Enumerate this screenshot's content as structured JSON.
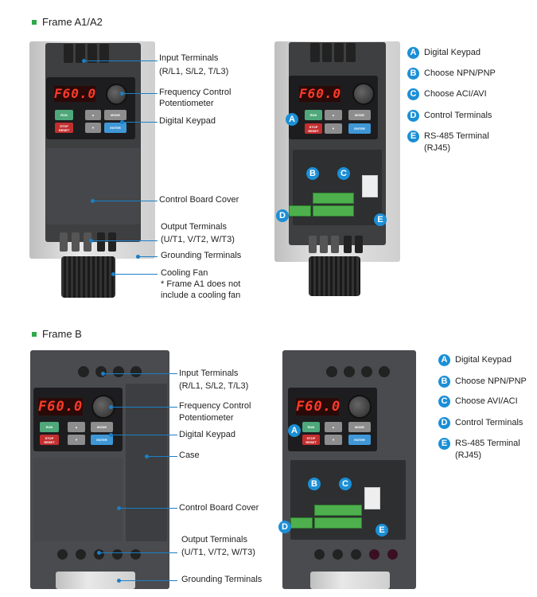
{
  "frame_a": {
    "title": "Frame A1/A2",
    "display": "F60.0",
    "labels": {
      "input_1": "Input Terminals",
      "input_2": "(R/L1, S/L2, T/L3)",
      "freq_1": "Frequency Control",
      "freq_2": "Potentiometer",
      "keypad": "Digital Keypad",
      "cover": "Control Board Cover",
      "output_1": "Output Terminals",
      "output_2": "(U/T1, V/T2, W/T3)",
      "ground": "Grounding Terminals",
      "fan": "Cooling Fan",
      "note_1": "* Frame A1 does not",
      "note_2": "include a cooling fan"
    },
    "legend": [
      {
        "mark": "A",
        "label": "Digital Keypad"
      },
      {
        "mark": "B",
        "label": "Choose NPN/PNP"
      },
      {
        "mark": "C",
        "label": "Choose ACI/AVI"
      },
      {
        "mark": "D",
        "label": "Control Terminals"
      },
      {
        "mark": "E",
        "label": "RS-485 Terminal",
        "label2": "(RJ45)"
      }
    ]
  },
  "frame_b": {
    "title": "Frame B",
    "display": "F60.0",
    "labels": {
      "input_1": "Input Terminals",
      "input_2": "(R/L1, S/L2, T/L3)",
      "freq_1": "Frequency Control",
      "freq_2": "Potentiometer",
      "keypad": "Digital Keypad",
      "case": "Case",
      "cover": "Control Board Cover",
      "output_1": "Output Terminals",
      "output_2": "(U/T1, V/T2, W/T3)",
      "ground": "Grounding Terminals"
    },
    "legend": [
      {
        "mark": "A",
        "label": "Digital Keypad"
      },
      {
        "mark": "B",
        "label": "Choose NPN/PNP"
      },
      {
        "mark": "C",
        "label": "Choose AVI/ACI"
      },
      {
        "mark": "D",
        "label": "Control Terminals"
      },
      {
        "mark": "E",
        "label": "RS-485 Terminal",
        "label2": "(RJ45)"
      }
    ]
  },
  "keys": {
    "run": "RUN",
    "stop": "STOP RESET",
    "mode": "MODE",
    "enter": "ENTER",
    "up": "▲",
    "down": "▼"
  },
  "colors": {
    "accent": "#1b7fc6",
    "bullet": "#2eaa4a"
  }
}
